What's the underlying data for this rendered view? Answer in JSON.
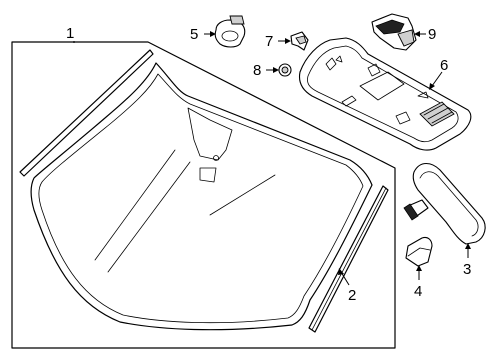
{
  "diagram": {
    "parts": [
      {
        "id": "windshield-assembly",
        "callout": "1"
      },
      {
        "id": "side-molding",
        "callout": "2"
      },
      {
        "id": "rearview-mirror",
        "callout": "3"
      },
      {
        "id": "mirror-cover",
        "callout": "4"
      },
      {
        "id": "rain-sensor",
        "callout": "5"
      },
      {
        "id": "overhead-console",
        "callout": "6"
      },
      {
        "id": "clip",
        "callout": "7"
      },
      {
        "id": "plug",
        "callout": "8"
      },
      {
        "id": "sensor-bracket",
        "callout": "9"
      }
    ]
  }
}
